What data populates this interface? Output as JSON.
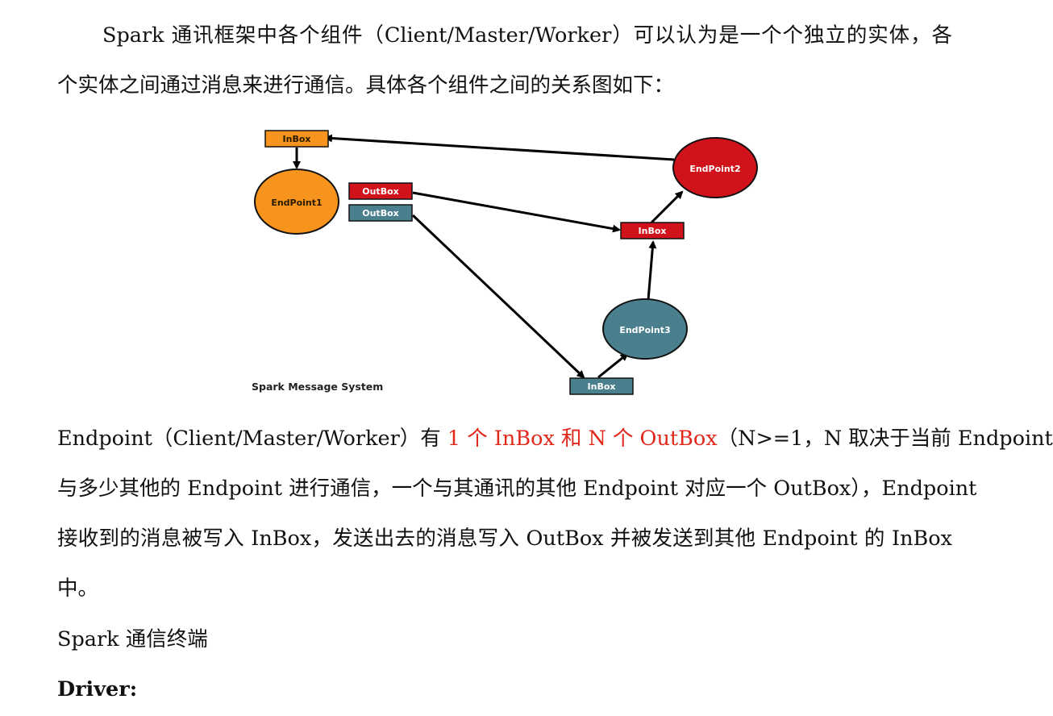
{
  "intro": {
    "line1": "Spark 通讯框架中各个组件（Client/Master/Worker）可以认为是一个个独立的实体，各",
    "line2": "个实体之间通过消息来进行通信。具体各个组件之间的关系图如下："
  },
  "diagram": {
    "caption": "Spark Message System",
    "nodes": {
      "endpoint1": "EndPoint1",
      "endpoint2": "EndPoint2",
      "endpoint3": "EndPoint3"
    },
    "boxes": {
      "inbox1": "InBox",
      "outbox_red": "OutBox",
      "outbox_teal": "OutBox",
      "inbox2": "InBox",
      "inbox3": "InBox"
    },
    "colors": {
      "orange": "#f7941d",
      "red": "#d0121b",
      "teal": "#4a7f8e",
      "arrow": "#000000"
    }
  },
  "para2": {
    "l1_a": "Endpoint（Client/Master/Worker）有 ",
    "l1_red": "1 个 InBox 和 N 个 OutBox",
    "l1_b": "（N>=1，N 取决于当前 Endpoint",
    "l2": "与多少其他的 Endpoint 进行通信，一个与其通讯的其他 Endpoint 对应一个 OutBox），Endpoint",
    "l3": "接收到的消息被写入 InBox，发送出去的消息写入 OutBox 并被发送到其他 Endpoint 的 InBox",
    "l4": "中。"
  },
  "para3": "Spark 通信终端",
  "heading": "Driver:"
}
